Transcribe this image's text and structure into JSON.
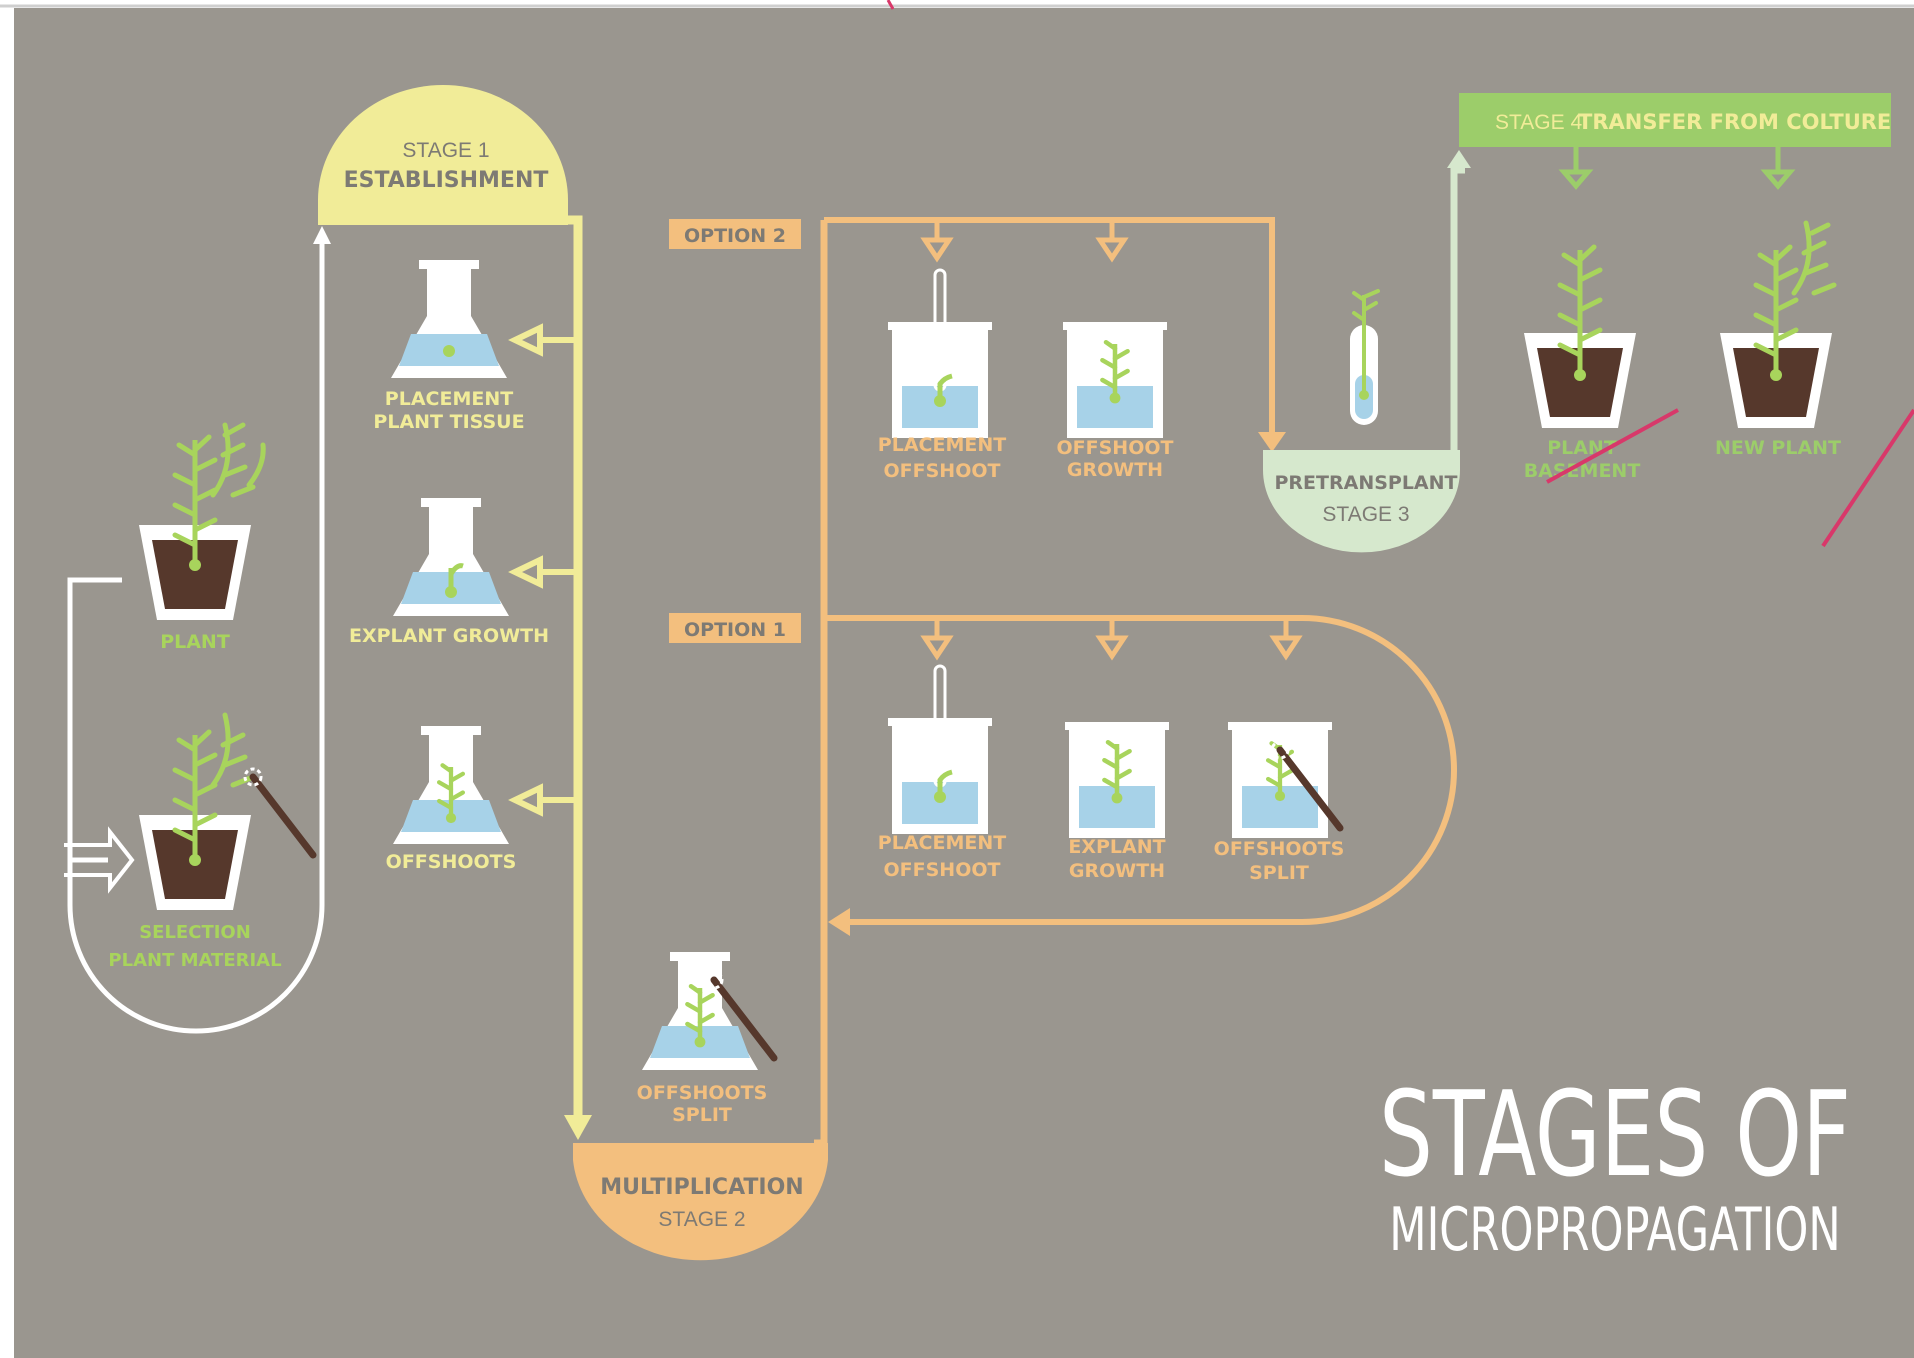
{
  "colors": {
    "background": "#9a968f",
    "stage1": "#f1ec98",
    "stage2": "#f3bf7e",
    "stage3": "#d6e8cd",
    "stage4": "#9ccd6a",
    "loop": "#ffffff",
    "plant": "#a8d45c",
    "soil": "#56382c",
    "water": "#a7d2e8",
    "text_green": "#a8d45c",
    "text_yellow": "#f1ec98",
    "text_orange": "#f3bf7e",
    "text_grey": "#7d7a74",
    "title": "#ffffff",
    "pen_mark": "#d8386a"
  },
  "title": {
    "line1": "STAGES OF",
    "line2": "MICROPROPAGATION"
  },
  "left_loop": {
    "plant_label": "PLANT",
    "selection_label_1": "SELECTION",
    "selection_label_2": "PLANT MATERIAL"
  },
  "stage1": {
    "number": "STAGE 1",
    "name": "ESTABLISHMENT",
    "steps": [
      {
        "line1": "PLACEMENT",
        "line2": "PLANT TISSUE"
      },
      {
        "line1": "EXPLANT GROWTH",
        "line2": ""
      },
      {
        "line1": "OFFSHOOTS",
        "line2": ""
      }
    ]
  },
  "stage2": {
    "name": "MULTIPLICATION",
    "number": "STAGE 2",
    "split_label_1": "OFFSHOOTS",
    "split_label_2": "SPLIT",
    "option2": {
      "tag": "OPTION 2",
      "steps": [
        {
          "line1": "PLACEMENT",
          "line2": "OFFSHOOT"
        },
        {
          "line1": "OFFSHOOT",
          "line2": "GROWTH"
        }
      ]
    },
    "option1": {
      "tag": "OPTION 1",
      "steps": [
        {
          "line1": "PLACEMENT",
          "line2": "OFFSHOOT"
        },
        {
          "line1": "EXPLANT",
          "line2": "GROWTH"
        },
        {
          "line1": "OFFSHOOTS",
          "line2": "SPLIT"
        }
      ]
    }
  },
  "stage3": {
    "name": "PRETRANSPLANT",
    "number": "STAGE 3"
  },
  "stage4": {
    "banner_prefix": "STAGE 4",
    "banner_text": "TRANSFER FROM COLTURE",
    "steps": [
      {
        "line1": "PLANT",
        "line2": "BASEMENT"
      },
      {
        "line1": "NEW PLANT",
        "line2": ""
      }
    ]
  }
}
